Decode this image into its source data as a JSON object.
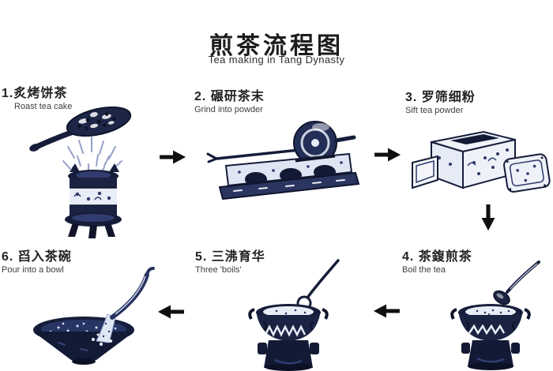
{
  "header": {
    "title": "煎茶流程图",
    "subtitle": "Tea making in Tang Dynasty"
  },
  "steps": [
    {
      "label_zh": "1.炙烤饼茶",
      "label_en": "Roast tea cake"
    },
    {
      "label_zh": "2. 碾研茶末",
      "label_en": "Grind into powder"
    },
    {
      "label_zh": "3. 罗筛细粉",
      "label_en": "Sift tea powder"
    },
    {
      "label_zh": "4. 茶鍑煎茶",
      "label_en": "Boil the tea"
    },
    {
      "label_zh": "5. 三沸育华",
      "label_en": "Three 'boils'"
    },
    {
      "label_zh": "6. 舀入茶碗",
      "label_en": "Pour into a bowl"
    }
  ],
  "flow": {
    "order": [
      "1",
      "2",
      "3",
      "4",
      "5",
      "6"
    ],
    "arrows": [
      {
        "from": "1",
        "to": "2",
        "direction": "right"
      },
      {
        "from": "2",
        "to": "3",
        "direction": "right"
      },
      {
        "from": "3",
        "to": "4",
        "direction": "down"
      },
      {
        "from": "4",
        "to": "5",
        "direction": "left"
      },
      {
        "from": "5",
        "to": "6",
        "direction": "left"
      }
    ]
  },
  "colors": {
    "background": "#ffffff",
    "text": "#262626",
    "arrow": "#101010",
    "illustration_ink": "#161d3a",
    "illustration_mid": "#2e3a6b",
    "illustration_light": "#e9edf7"
  }
}
